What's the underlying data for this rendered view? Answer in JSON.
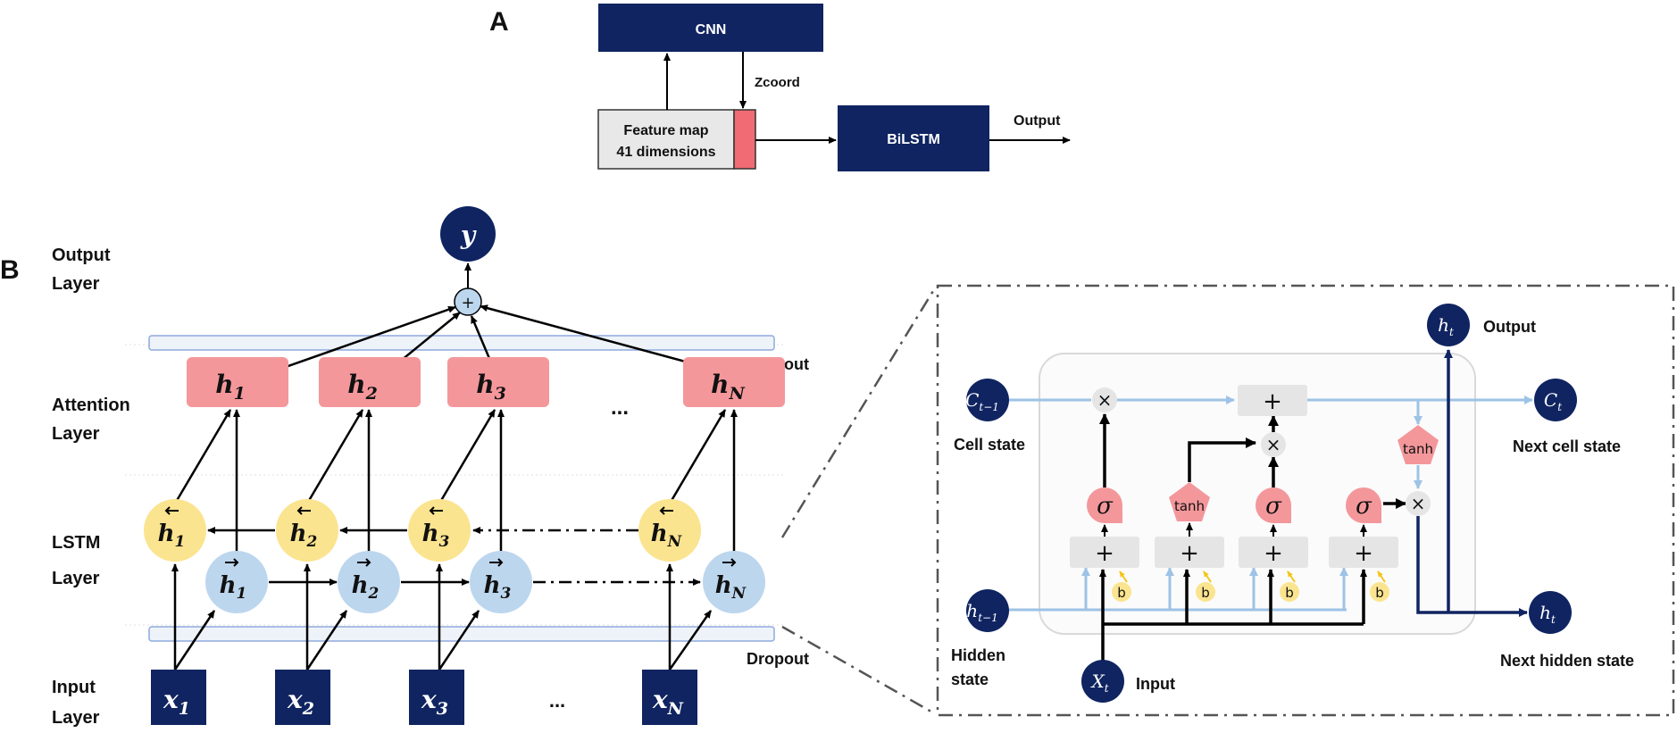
{
  "panel_a": {
    "label": "A",
    "cnn": "CNN",
    "zcoord": "Zcoord",
    "feature_map_line1": "Feature map",
    "feature_map_line2": "41 dimensions",
    "bilstm": "BiLSTM",
    "output": "Output"
  },
  "panel_b": {
    "label": "B",
    "layers": {
      "output_1": "Output",
      "output_2": "Layer",
      "attention_1": "Attention",
      "attention_2": "Layer",
      "lstm_1": "LSTM",
      "lstm_2": "Layer",
      "input_1": "Input",
      "input_2": "Layer"
    },
    "dropout_top": "Dropout",
    "dropout_bottom": "Dropout",
    "y": "y",
    "sum": "+",
    "ellipsis": "...",
    "h_base": "h",
    "x_base": "x",
    "subs": [
      "1",
      "2",
      "3",
      "N"
    ]
  },
  "cell": {
    "c_prev": "C",
    "c_prev_sub": "t−1",
    "c_next": "C",
    "c_next_sub": "t",
    "h_prev": "h",
    "h_prev_sub": "t−1",
    "h_next": "h",
    "h_next_sub": "t",
    "h_out": "h",
    "h_out_sub": "t",
    "x_in": "X",
    "x_in_sub": "t",
    "cell_state": "Cell state",
    "next_cell_state": "Next cell state",
    "output": "Output",
    "hidden_state_1": "Hidden",
    "hidden_state_2": "state",
    "next_hidden_state": "Next hidden state",
    "input": "Input",
    "sigma": "σ",
    "tanh": "tanh",
    "bias": "b",
    "mul": "×",
    "plus": "+"
  },
  "colors": {
    "navy": "#0f2461",
    "pink": "#f4979b",
    "yellow": "#fbe48f",
    "lightblue": "#bcd6ee",
    "bluearrow": "#9dc3e6",
    "red_strip": "#f06b73",
    "gray_box": "#e5e5e5"
  }
}
